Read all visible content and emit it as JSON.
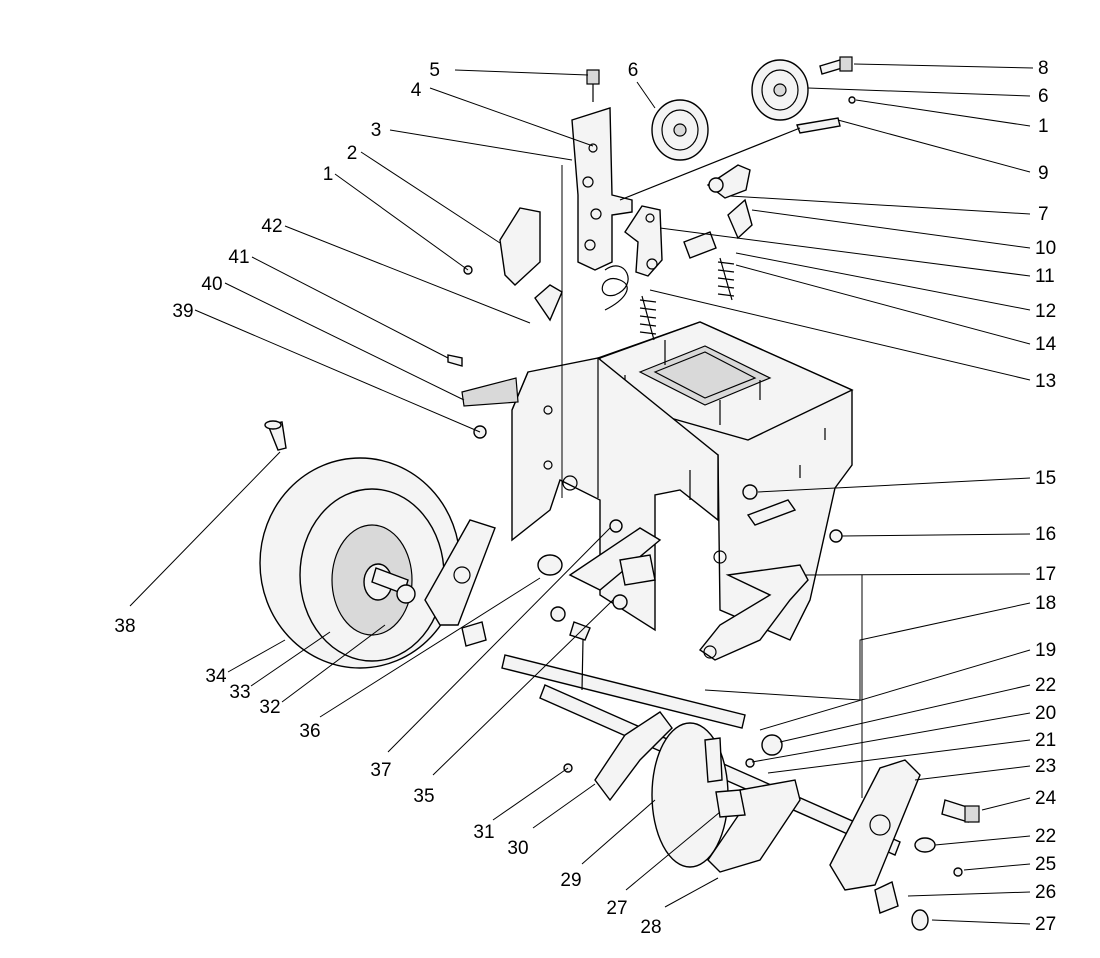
{
  "callouts": [
    {
      "id": "c5-top",
      "label": "5"
    },
    {
      "id": "c6-left",
      "label": "6"
    },
    {
      "id": "c4",
      "label": "4"
    },
    {
      "id": "c3",
      "label": "3"
    },
    {
      "id": "c2",
      "label": "2"
    },
    {
      "id": "c1-left",
      "label": "1"
    },
    {
      "id": "c42",
      "label": "42"
    },
    {
      "id": "c41",
      "label": "41"
    },
    {
      "id": "c40",
      "label": "40"
    },
    {
      "id": "c39",
      "label": "39"
    },
    {
      "id": "c38",
      "label": "38"
    },
    {
      "id": "c34",
      "label": "34"
    },
    {
      "id": "c33",
      "label": "33"
    },
    {
      "id": "c32",
      "label": "32"
    },
    {
      "id": "c36",
      "label": "36"
    },
    {
      "id": "c37",
      "label": "37"
    },
    {
      "id": "c35",
      "label": "35"
    },
    {
      "id": "c31",
      "label": "31"
    },
    {
      "id": "c30",
      "label": "30"
    },
    {
      "id": "c29",
      "label": "29"
    },
    {
      "id": "c27-mid",
      "label": "27"
    },
    {
      "id": "c28",
      "label": "28"
    },
    {
      "id": "c8",
      "label": "8"
    },
    {
      "id": "c6-right",
      "label": "6"
    },
    {
      "id": "c1-right",
      "label": "1"
    },
    {
      "id": "c9",
      "label": "9"
    },
    {
      "id": "c7",
      "label": "7"
    },
    {
      "id": "c10",
      "label": "10"
    },
    {
      "id": "c11",
      "label": "11"
    },
    {
      "id": "c12",
      "label": "12"
    },
    {
      "id": "c14",
      "label": "14"
    },
    {
      "id": "c13",
      "label": "13"
    },
    {
      "id": "c15",
      "label": "15"
    },
    {
      "id": "c16",
      "label": "16"
    },
    {
      "id": "c17",
      "label": "17"
    },
    {
      "id": "c18",
      "label": "18"
    },
    {
      "id": "c19",
      "label": "19"
    },
    {
      "id": "c22-a",
      "label": "22"
    },
    {
      "id": "c20",
      "label": "20"
    },
    {
      "id": "c21",
      "label": "21"
    },
    {
      "id": "c23",
      "label": "23"
    },
    {
      "id": "c24",
      "label": "24"
    },
    {
      "id": "c22-b",
      "label": "22"
    },
    {
      "id": "c25",
      "label": "25"
    },
    {
      "id": "c26",
      "label": "26"
    },
    {
      "id": "c27-right",
      "label": "27"
    }
  ]
}
